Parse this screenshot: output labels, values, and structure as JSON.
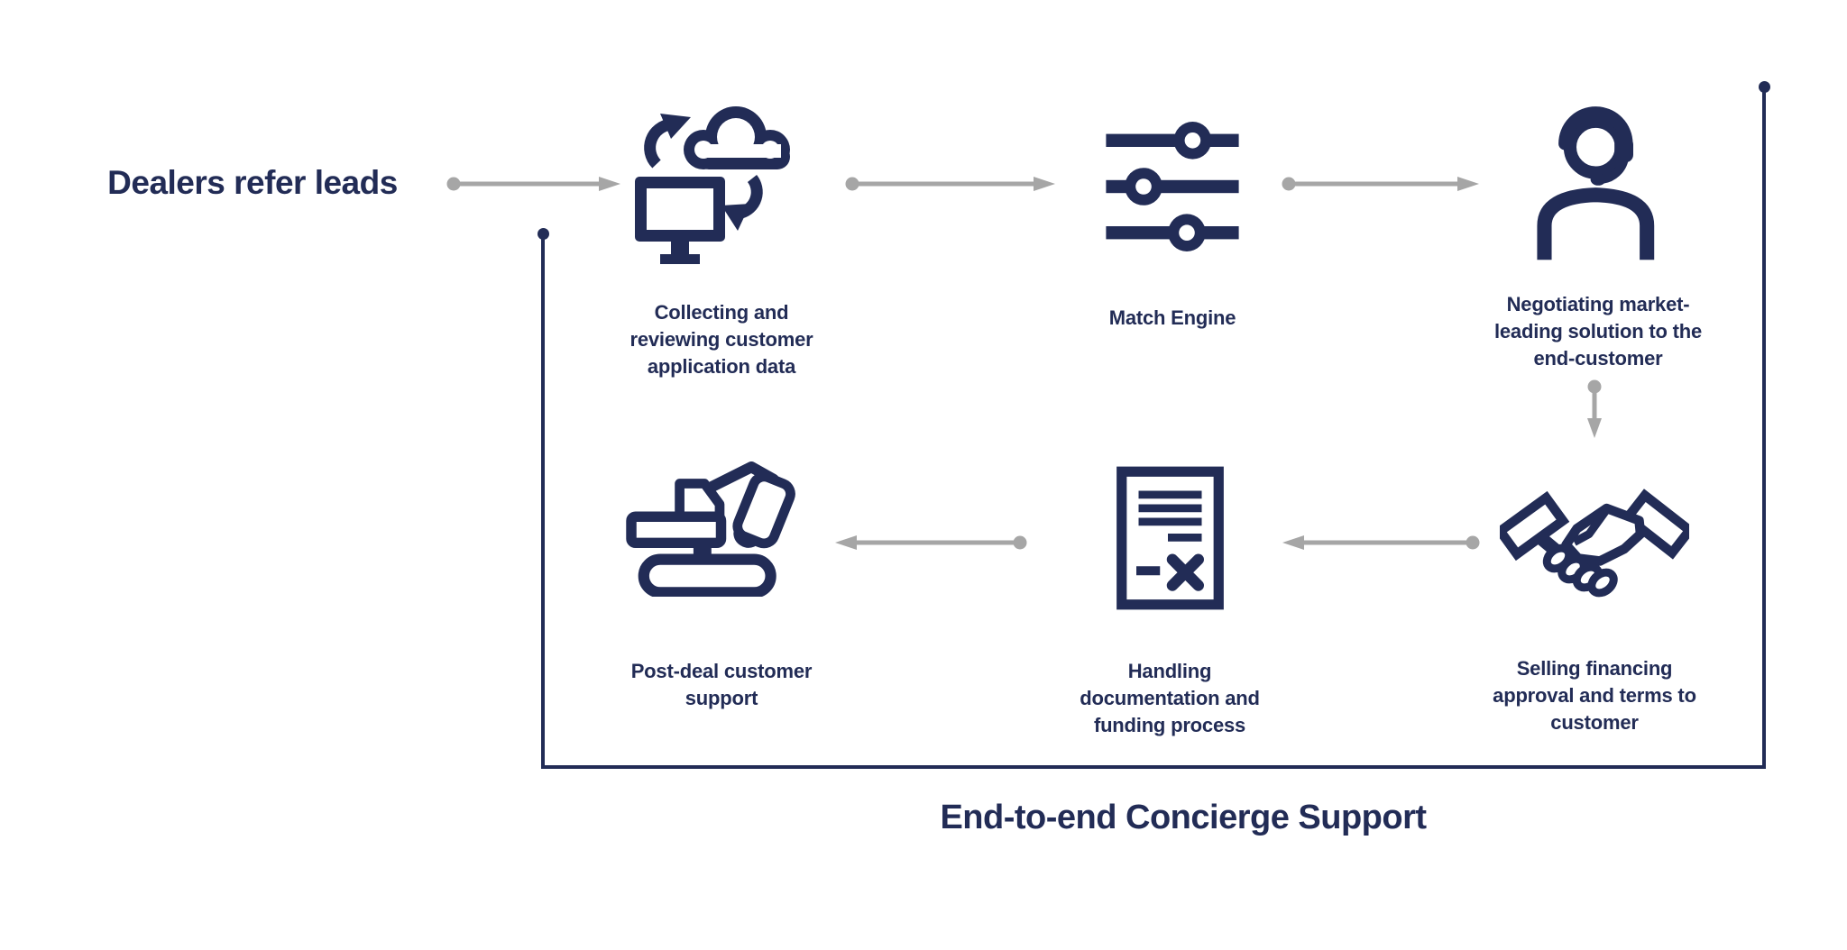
{
  "diagram": {
    "title": "End-to-end Concierge Support",
    "lead_in": "Dealers refer leads",
    "colors": {
      "navy": "#222c56",
      "arrow_gray": "#a6a6a6",
      "background": "#ffffff"
    },
    "steps": [
      {
        "icon": "cloud-sync-monitor-icon",
        "label": "Collecting and\nreviewing customer\napplication data"
      },
      {
        "icon": "sliders-icon",
        "label": "Match Engine"
      },
      {
        "icon": "support-agent-icon",
        "label": "Negotiating market-\nleading solution to the\nend-customer"
      },
      {
        "icon": "handshake-icon",
        "label": "Selling financing\napproval and terms to\ncustomer"
      },
      {
        "icon": "document-rejected-icon",
        "label": "Handling\ndocumentation and\nfunding process"
      },
      {
        "icon": "excavator-icon",
        "label": "Post-deal customer\nsupport"
      }
    ],
    "flow": {
      "arrows": [
        "leads-to-collecting",
        "collecting-to-match-engine",
        "match-engine-to-negotiating",
        "negotiating-to-selling",
        "selling-to-documentation",
        "documentation-to-post-deal"
      ]
    }
  }
}
